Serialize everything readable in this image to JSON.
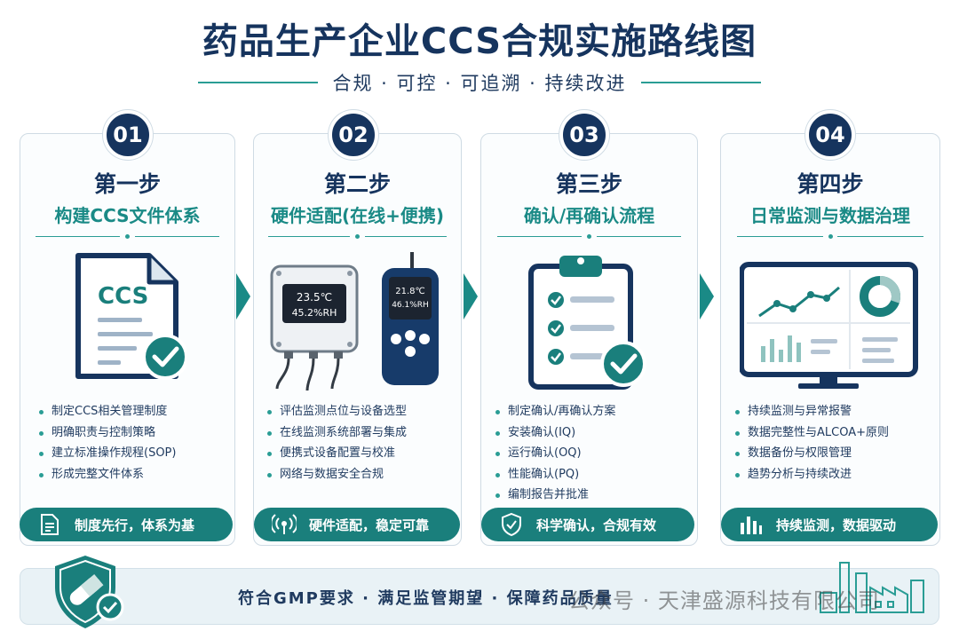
{
  "header": {
    "title": "药品生产企业CCS合规实施路线图",
    "subtitle": "合规 · 可控 · 可追溯 · 持续改进"
  },
  "steps": [
    {
      "number": "01",
      "label": "第一步",
      "title": "构建CCS文件体系",
      "illustration_text": "CCS",
      "bullets": [
        "制定CCS相关管理制度",
        "明确职责与控制策略",
        "建立标准操作规程(SOP)",
        "形成完整文件体系"
      ],
      "pill": "制度先行，体系为基",
      "icon": "document-icon"
    },
    {
      "number": "02",
      "label": "第二步",
      "title": "硬件适配(在线+便携)",
      "sensor_readings": {
        "online_temp": "23.5℃",
        "online_rh": "45.2%RH",
        "portable_temp": "21.8℃",
        "portable_rh": "46.1%RH"
      },
      "bullets": [
        "评估监测点位与设备选型",
        "在线监测系统部署与集成",
        "便携式设备配置与校准",
        "网络与数据安全合规"
      ],
      "pill": "硬件适配，稳定可靠",
      "icon": "wireless-signal-icon"
    },
    {
      "number": "03",
      "label": "第三步",
      "title": "确认/再确认流程",
      "bullets": [
        "制定确认/再确认方案",
        "安装确认(IQ)",
        "运行确认(OQ)",
        "性能确认(PQ)",
        "编制报告并批准"
      ],
      "pill": "科学确认，合规有效",
      "icon": "shield-check-icon"
    },
    {
      "number": "04",
      "label": "第四步",
      "title": "日常监测与数据治理",
      "bullets": [
        "持续监测与异常报警",
        "数据完整性与ALCOA+原则",
        "数据备份与权限管理",
        "趋势分析与持续改进"
      ],
      "pill": "持续监测，数据驱动",
      "icon": "bar-chart-icon"
    }
  ],
  "footer": {
    "text": "符合GMP要求  ·  满足监管期望  ·  保障药品质量",
    "watermark": "公众号 · 天津盛源科技有限公司"
  },
  "colors": {
    "navy": "#16345e",
    "teal": "#1a7f7c",
    "teal_light": "#2a9d95",
    "card_border": "#cfdbe4",
    "footer_bg": "#e9f2f6"
  }
}
